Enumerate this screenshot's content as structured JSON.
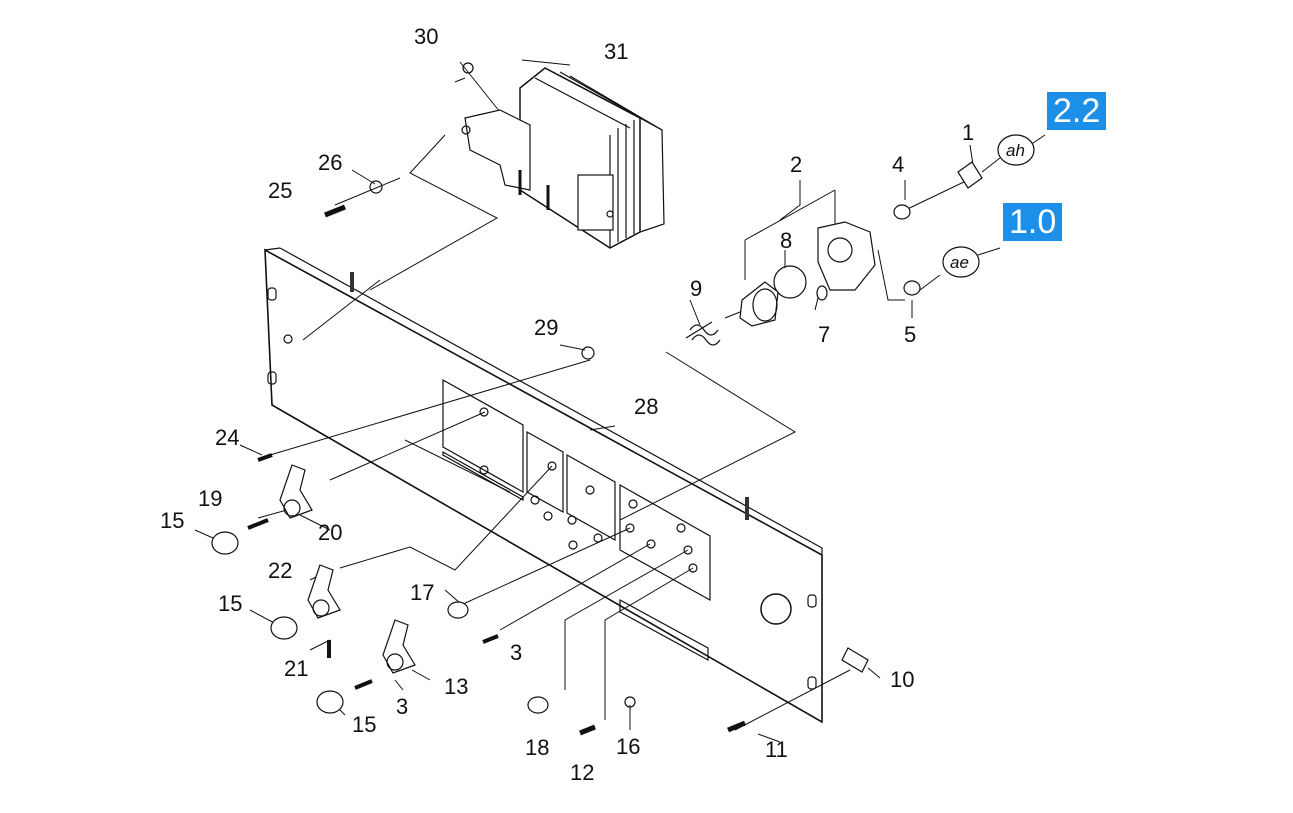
{
  "parts": [
    "1",
    "2",
    "3",
    "3",
    "4",
    "5",
    "7",
    "8",
    "9",
    "10",
    "11",
    "12",
    "13",
    "15",
    "15",
    "15",
    "16",
    "17",
    "18",
    "19",
    "20",
    "21",
    "22",
    "24",
    "25",
    "26",
    "28",
    "29",
    "30",
    "31"
  ],
  "bubbles": {
    "ah": "ah",
    "ae": "ae"
  },
  "references": {
    "ref_2_2": "2.2",
    "ref_1_0": "1.0"
  },
  "colors": {
    "line": "#111111",
    "badge": "#1c8fe8",
    "badge_text": "#ffffff"
  }
}
